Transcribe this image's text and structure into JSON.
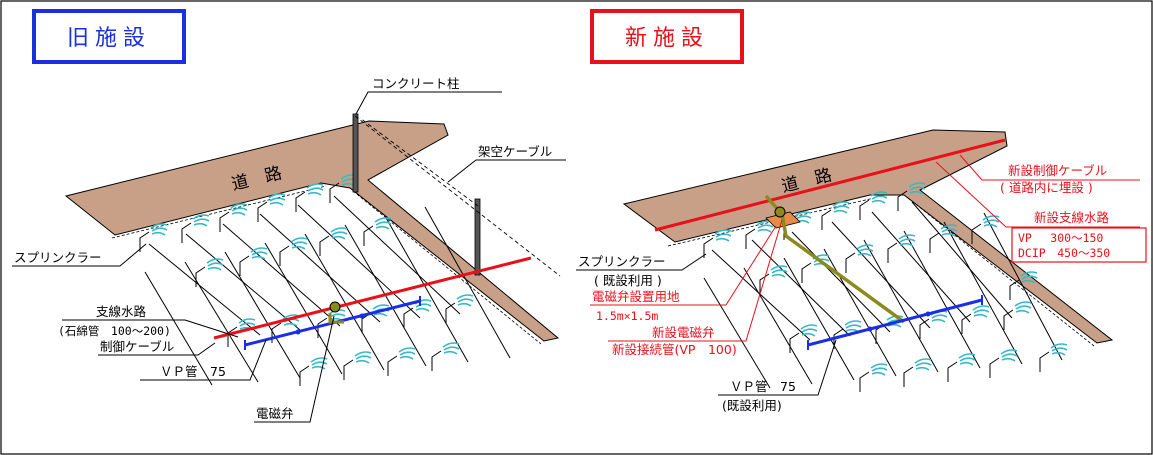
{
  "old_panel": {
    "title": "旧施設",
    "road": "道　路",
    "labels": {
      "concrete_pole": "コンクリート柱",
      "aerial_cable": "架空ケーブル",
      "sprinkler": "スプリンクラー",
      "branch_channel": "支線水路",
      "branch_channel_spec": "(石綿管　100～200)",
      "control_cable": "制御ケーブル",
      "vp_pipe": "ＶＰ管　75",
      "solenoid_valve": "電磁弁"
    }
  },
  "new_panel": {
    "title": "新施設",
    "road": "道　路",
    "labels": {
      "new_control_cable": "新設制御ケーブル",
      "new_control_cable_note": "( 道路内に埋設 )",
      "new_branch_channel": "新設支線水路",
      "spec_vp": "VP　 300～150",
      "spec_dcip": "DCIP　450～350",
      "sprinkler": "スプリンクラー",
      "sprinkler_note": "( 既設利用 )",
      "valve_site": "電磁弁設置用地",
      "valve_site_size": "1.5m×1.5m",
      "new_valve": "新設電磁弁",
      "new_connection": "新設接続管(VP　100)",
      "vp_pipe": "ＶＰ管　75",
      "vp_pipe_note": "(既設利用)"
    }
  },
  "colors": {
    "road_fill": "#c8a088",
    "old_title": "#1830e0",
    "new_title": "#e8101a",
    "cable_red": "#e8101a",
    "pipe_blue": "#1a2ee6",
    "new_pipe": "#8c8a1e",
    "spray": "#35b8c8",
    "site_orange": "#e88a48"
  }
}
